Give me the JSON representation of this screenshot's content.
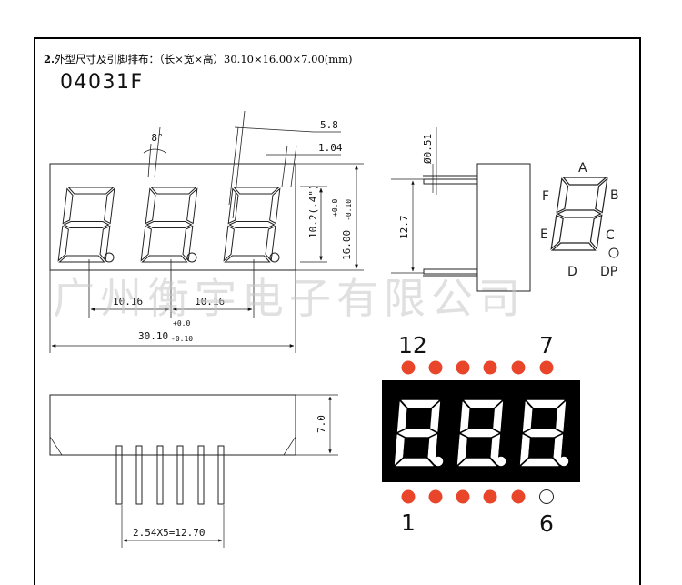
{
  "heading": {
    "number": "2.",
    "text": "外型尺寸及引脚排布：（长×宽×高）30.10×16.00×7.00(mm)"
  },
  "model": "04031F",
  "dimensions": {
    "angle": "8°",
    "dim_5_8": "5.8",
    "dim_1_04": "1.04",
    "digit_height": "10.2(.4\")",
    "height_tol": "+0.0",
    "height": "16.00",
    "height_tol_neg": "-0.10",
    "pitch_left": "10.16",
    "pitch_right": "10.16",
    "length_tol": "+0.0",
    "length": "30.10",
    "length_tol_neg": "-0.10",
    "pin_dia": "Ø0.51",
    "side_height": "12.7",
    "thickness": "7.0",
    "pin_span": "2.54X5=12.70"
  },
  "segment_labels": [
    "A",
    "B",
    "C",
    "D",
    "DP",
    "E",
    "F"
  ],
  "pins": {
    "top_left": "12",
    "top_right": "7",
    "bottom_left": "1",
    "bottom_right": "6"
  },
  "display_digits": "8.8.8.",
  "watermark": "广州衡宇电子有限公司",
  "colors": {
    "pin_active": "#e8452b",
    "pin_inactive": "#ffffff",
    "display_bg": "#000000",
    "segment": "#ffffff",
    "line": "#222222"
  }
}
